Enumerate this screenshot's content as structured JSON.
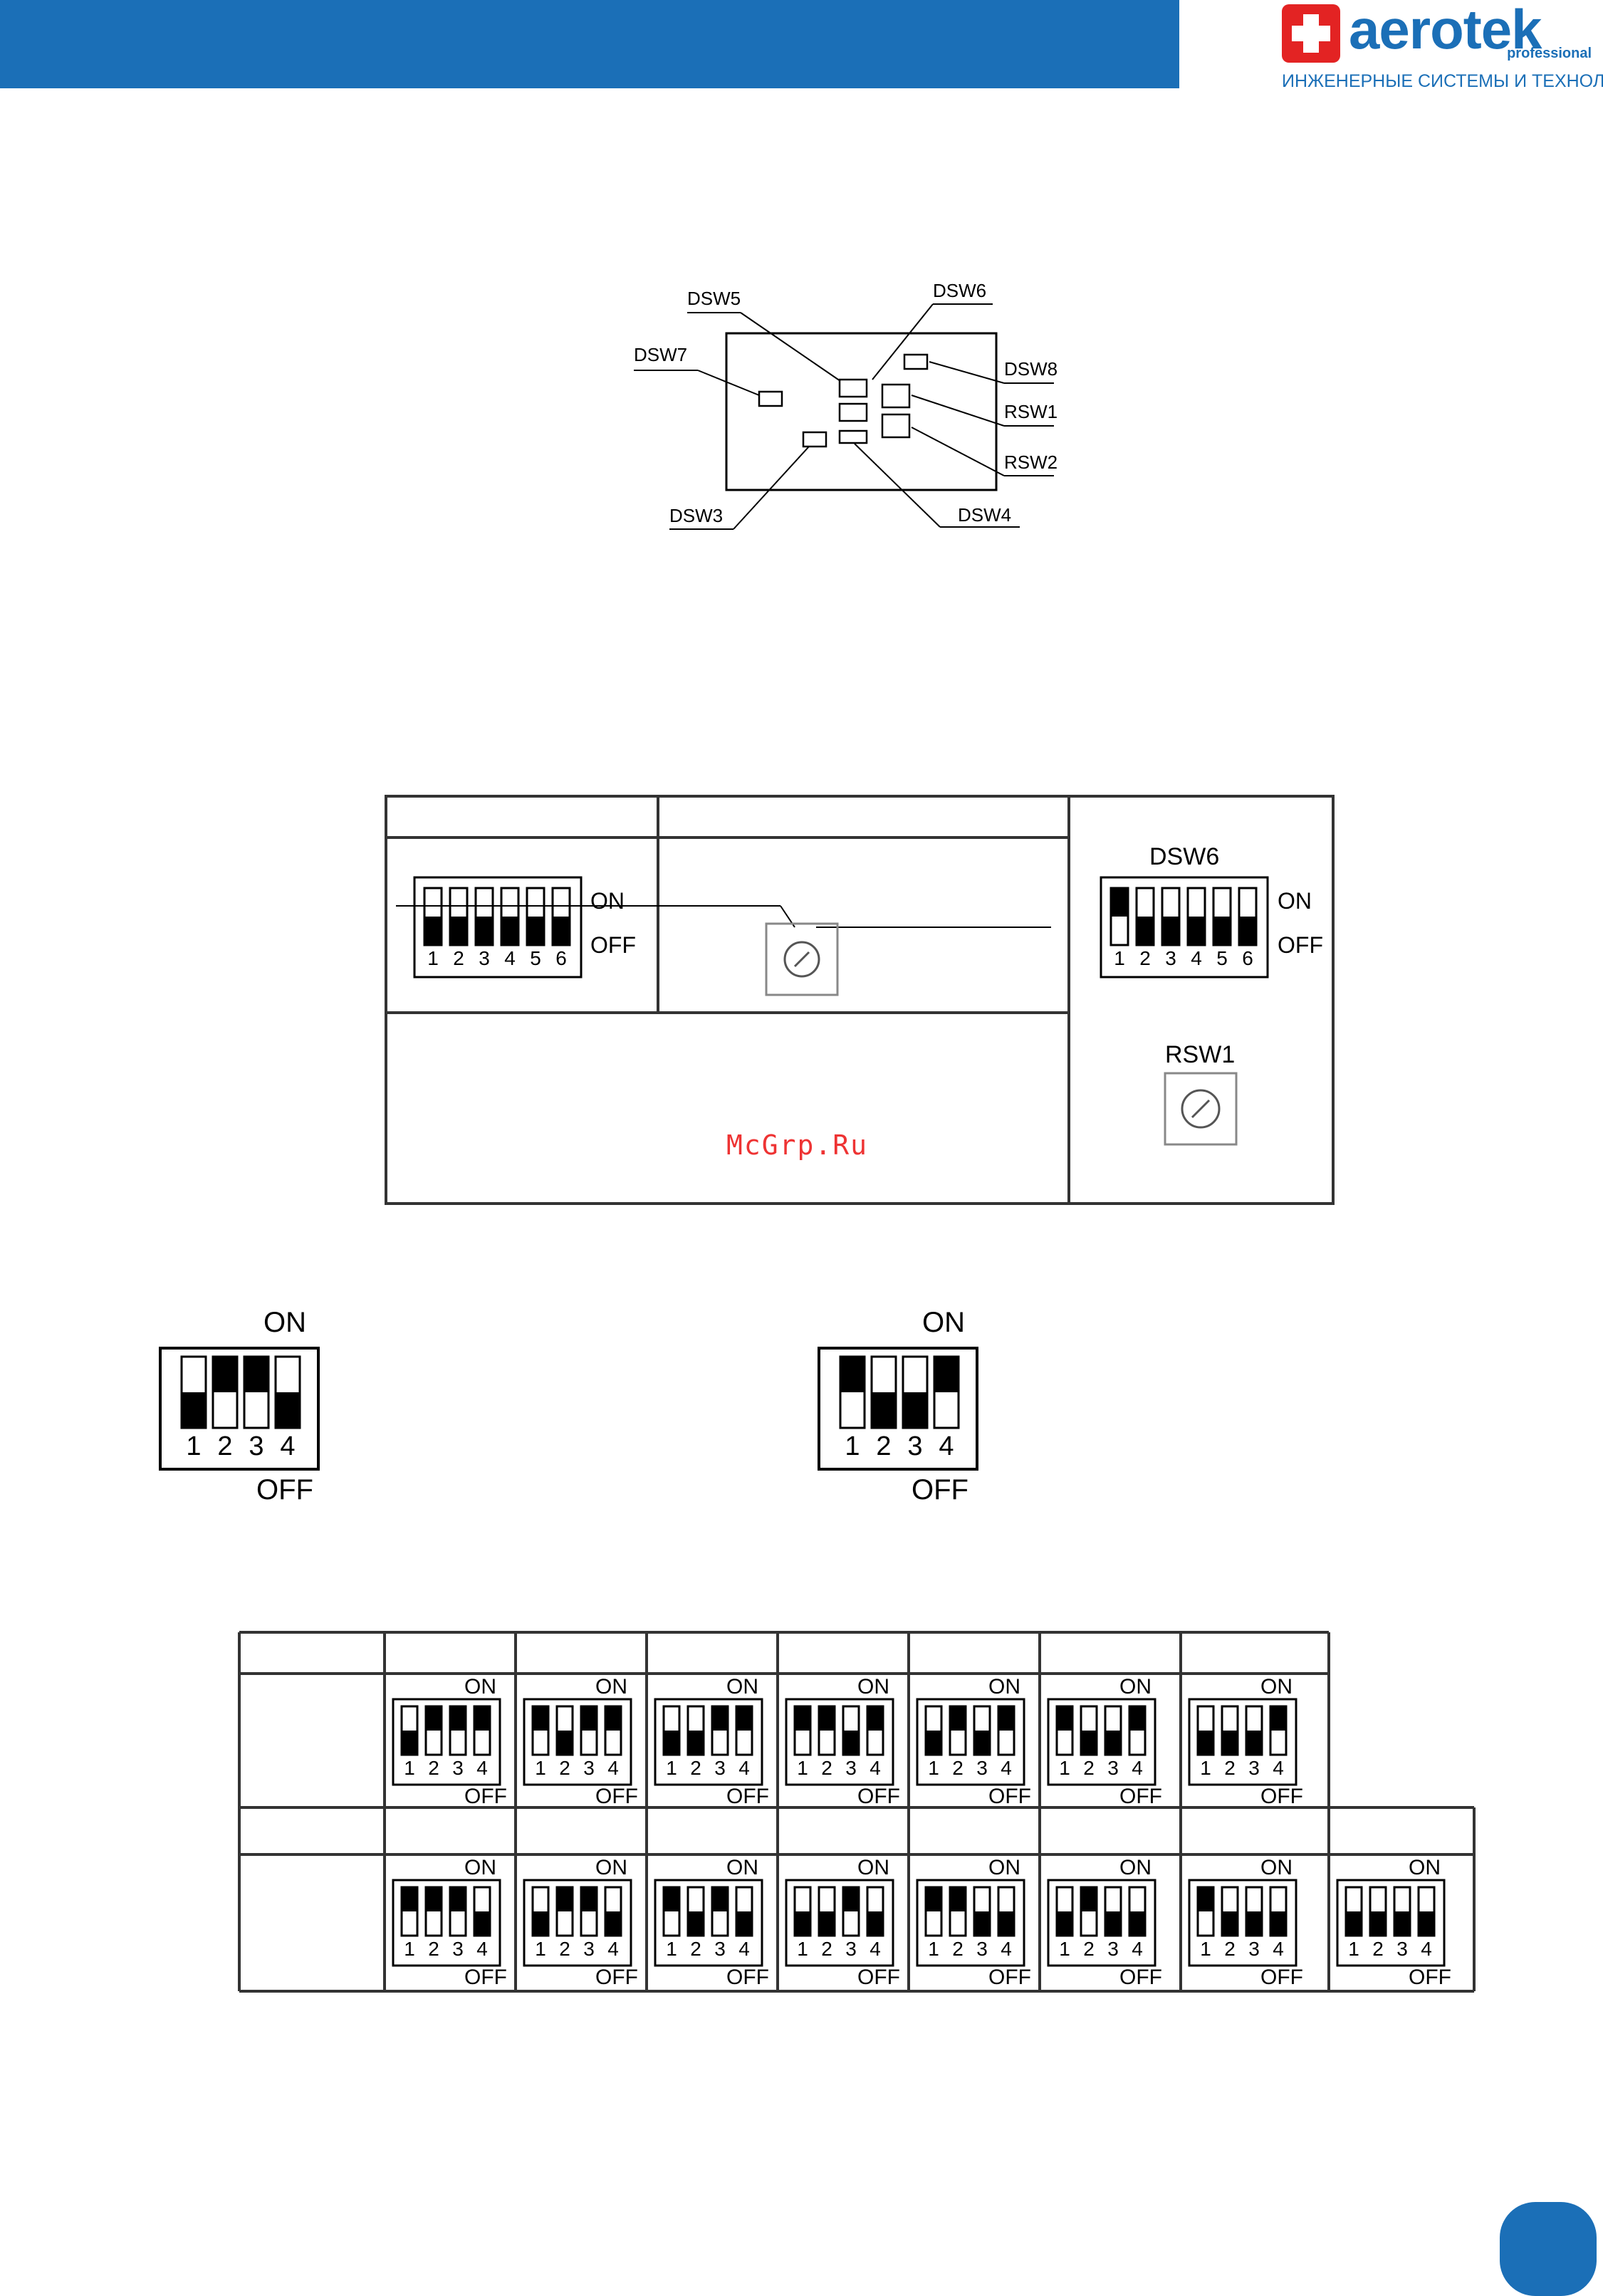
{
  "header": {
    "brand": "aerotek",
    "brand_sub": "professional",
    "tagline": "ИНЖЕНЕРНЫЕ СИСТЕМЫ И ТЕХНОЛОГИИ"
  },
  "board_diagram": {
    "labels": {
      "dsw5": "DSW5",
      "dsw6": "DSW6",
      "dsw7": "DSW7",
      "dsw8": "DSW8",
      "rsw1": "RSW1",
      "rsw2": "RSW2",
      "dsw3": "DSW3",
      "dsw4": "DSW4"
    }
  },
  "switch_panel": {
    "dsw6_label": "DSW6",
    "rsw1_label": "RSW1",
    "on": "ON",
    "off": "OFF",
    "nums6": [
      "1",
      "2",
      "3",
      "4",
      "5",
      "6"
    ]
  },
  "watermark": "McGrp.Ru",
  "dip_examples": {
    "on": "ON",
    "off": "OFF",
    "nums": [
      "1",
      "2",
      "3",
      "4"
    ],
    "left": [
      0,
      1,
      1,
      0
    ],
    "right": [
      1,
      0,
      0,
      1
    ]
  },
  "dip_table": {
    "on": "ON",
    "off": "OFF",
    "nums": [
      "1",
      "2",
      "3",
      "4"
    ],
    "row1": [
      [
        0,
        1,
        1,
        1
      ],
      [
        1,
        0,
        1,
        1
      ],
      [
        0,
        0,
        1,
        1
      ],
      [
        1,
        1,
        0,
        1
      ],
      [
        0,
        1,
        0,
        1
      ],
      [
        1,
        0,
        0,
        1
      ],
      [
        0,
        0,
        0,
        1
      ]
    ],
    "row2": [
      [
        1,
        1,
        1,
        0
      ],
      [
        0,
        1,
        1,
        0
      ],
      [
        1,
        0,
        1,
        0
      ],
      [
        0,
        0,
        1,
        0
      ],
      [
        1,
        1,
        0,
        0
      ],
      [
        0,
        1,
        0,
        0
      ],
      [
        1,
        0,
        0,
        0
      ],
      [
        0,
        0,
        0,
        0
      ]
    ]
  }
}
